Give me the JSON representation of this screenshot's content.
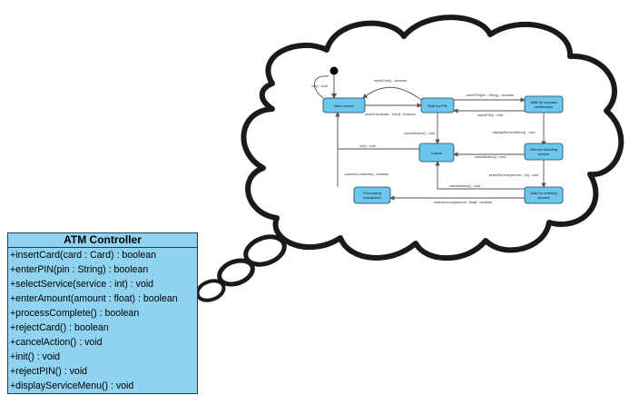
{
  "class_box": {
    "title": "ATM Controller",
    "operations": [
      "+insertCard(card : Card) : boolean",
      "+enterPIN(pin : String) : boolean",
      "+selectService(service : int) : void",
      "+enterAmount(amount : float) : boolean",
      "+processComplete() : boolean",
      "+rejectCard() : boolean",
      "+cancelAction() : void",
      "+init() : void",
      "+rejectPIN() : void",
      "+displayServiceMenu() : void"
    ]
  },
  "state_machine": {
    "states": {
      "main": "Main screen",
      "wait_pin": "Wait for PIN",
      "wait_cert": "Wait for account certification",
      "cancel": "Cancel",
      "wait_service": "Wait for selecting service",
      "processing": "Processing transaction",
      "wait_amount": "Wait for entering amount"
    },
    "transitions": {
      "init_top": "init() : void",
      "reject_card": "rejectCard() : boolean",
      "insert_card": "insertCard(card : Card) : boolean",
      "enter_pin": "enterPIN(pin : String) : boolean",
      "reject_pin": "rejectPIN() : void",
      "cancel_pin": "cancelAction() : void",
      "display_menu": "displayServiceMenu() : void",
      "init_cancel": "init() : void",
      "cancel_service": "cancelAction() : void",
      "select_service": "selectService(service : int) : void",
      "process_complete": "processComplete() : boolean",
      "cancel_amount": "cancelAction() : void",
      "enter_amount": "enterAmount(amount : float) : boolean"
    }
  },
  "colors": {
    "class_fill": "#8fd3f1",
    "state_fill": "#6cc7ee",
    "outline": "#1b3f57",
    "cloud_stroke": "#1a1a1a"
  }
}
